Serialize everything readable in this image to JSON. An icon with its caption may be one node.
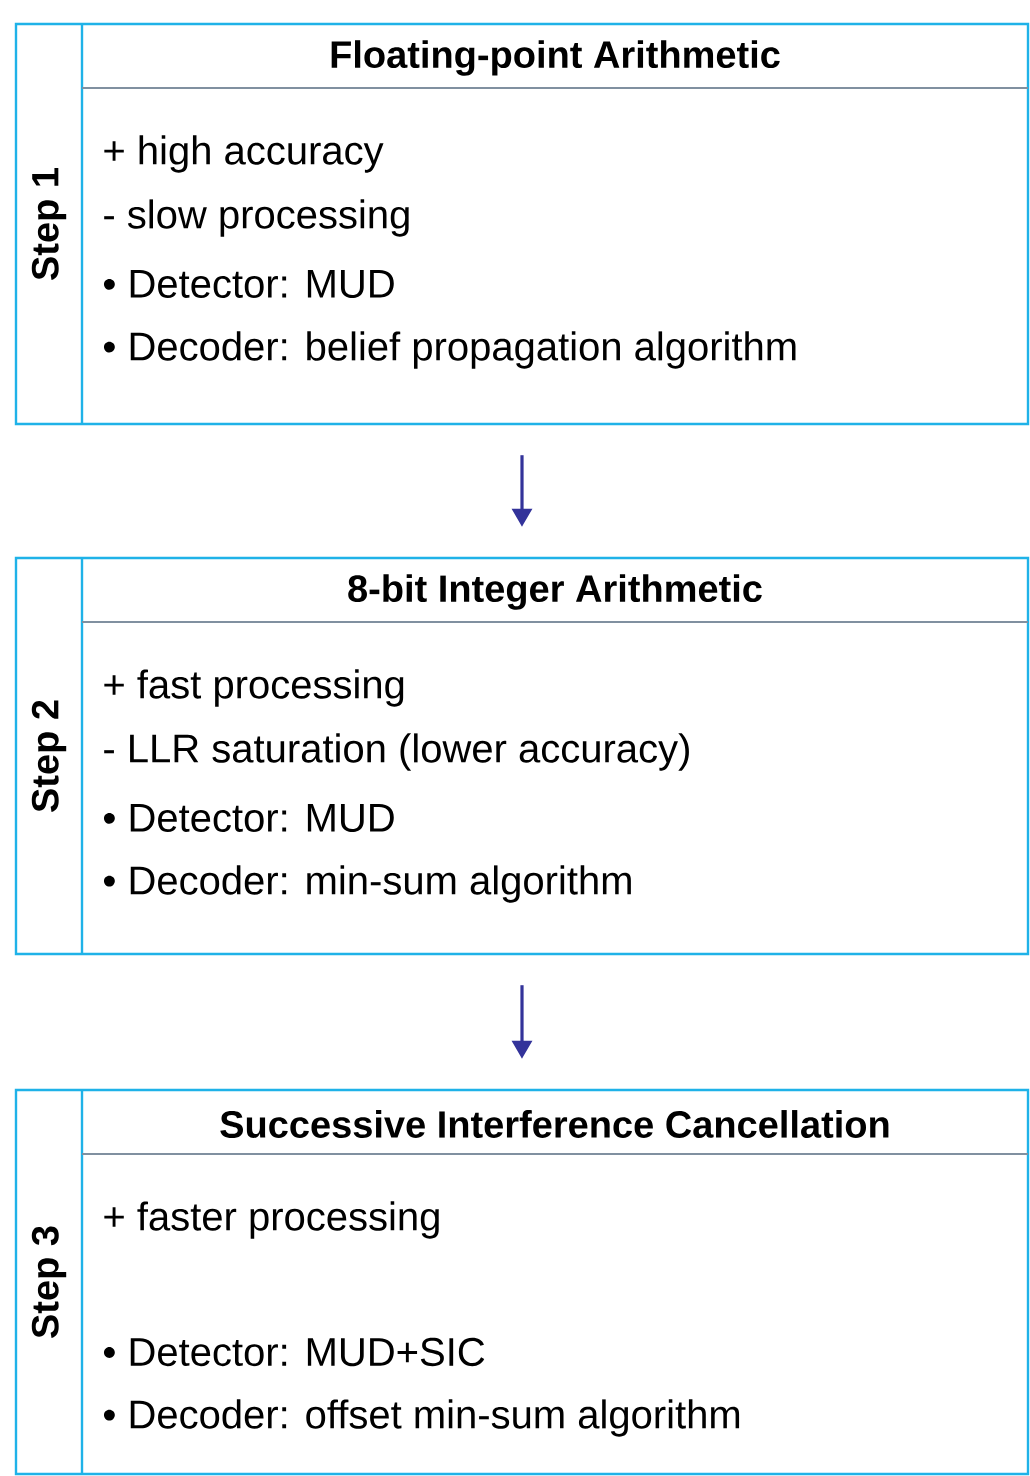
{
  "diagram": {
    "nodes": [
      {
        "text": [
          "Step 1",
          "Floating-point Arithmetic",
          "+ high accuracy",
          "- slow processing",
          "• Detector: MUD",
          "• Decoder: belief propagation algorithm"
        ]
      },
      {
        "text": [
          "Step 2",
          "8-bit Integer Arithmetic",
          "+ fast processing",
          "- LLR saturation (lower accuracy)",
          "• Detector: MUD",
          "• Decoder: min-sum algorithm"
        ]
      },
      {
        "text": [
          "Step 3",
          "Successive Interference Cancellation",
          "+ faster processing",
          "• Detector: MUD+SIC",
          "• Decoder: offset min-sum algorithm"
        ]
      }
    ],
    "edges": [
      {
        "from": 0,
        "to": 1,
        "arrow": "to"
      },
      {
        "from": 1,
        "to": 2,
        "arrow": "to"
      }
    ]
  }
}
